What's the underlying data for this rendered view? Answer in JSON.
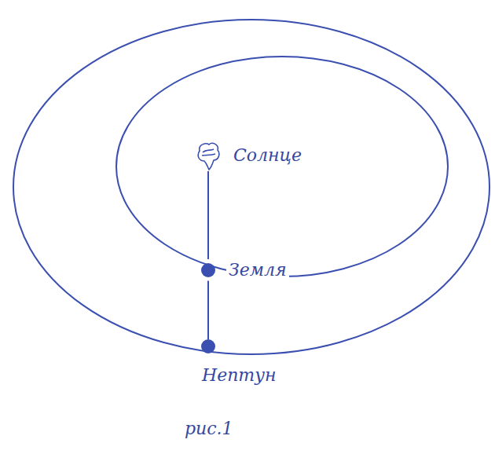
{
  "diagram": {
    "caption": "рис.1",
    "nodes": [
      {
        "text": [
          "Солнце"
        ]
      },
      {
        "text": [
          "Земля"
        ]
      },
      {
        "text": [
          "Нептун"
        ]
      }
    ],
    "edges": [
      {
        "from": 0,
        "to": 1,
        "arrow": "none"
      },
      {
        "from": 1,
        "to": 2,
        "arrow": "none"
      }
    ]
  }
}
